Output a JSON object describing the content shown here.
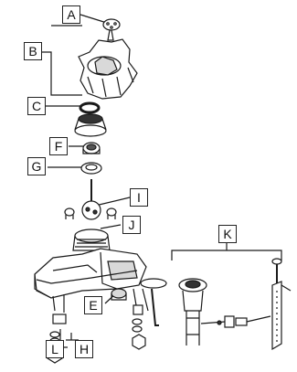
{
  "callouts": {
    "A": "A",
    "B": "B",
    "C": "C",
    "E": "E",
    "F": "F",
    "G": "G",
    "H": "H",
    "I": "I",
    "J": "J",
    "K": "K",
    "L": "L"
  },
  "colors": {
    "line": "#1a1a1a",
    "fill": "#ffffff",
    "shade": "#d9d9d9",
    "dark": "#555555"
  }
}
